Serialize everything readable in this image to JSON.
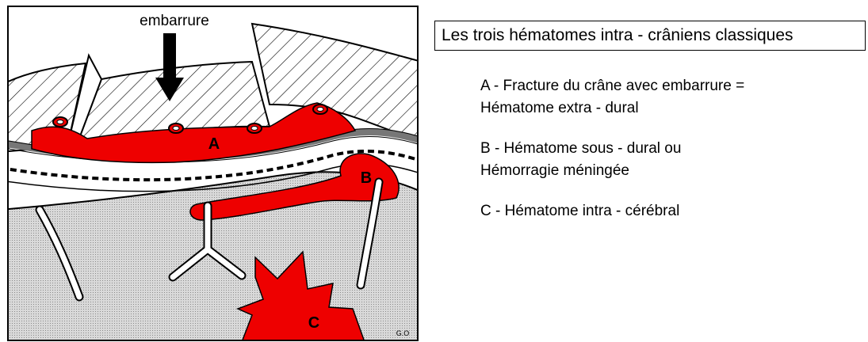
{
  "diagram": {
    "arrow_label": "embarrure",
    "letters": {
      "a": "A",
      "b": "B",
      "c": "C"
    },
    "signature": "G.O",
    "colors": {
      "hematoma": "#ee0000",
      "brain": "#c8c8c8",
      "membrane": "#777777",
      "outline": "#000000"
    }
  },
  "title": "Les trois hématomes intra - crâniens classiques",
  "legend": [
    {
      "line1": "A - Fracture du crâne avec embarrure =",
      "line2": "Hématome extra - dural"
    },
    {
      "line1": "B - Hématome sous - dural ou",
      "line2": "Hémorragie méningée"
    },
    {
      "line1": "C - Hématome intra - cérébral",
      "line2": ""
    }
  ]
}
